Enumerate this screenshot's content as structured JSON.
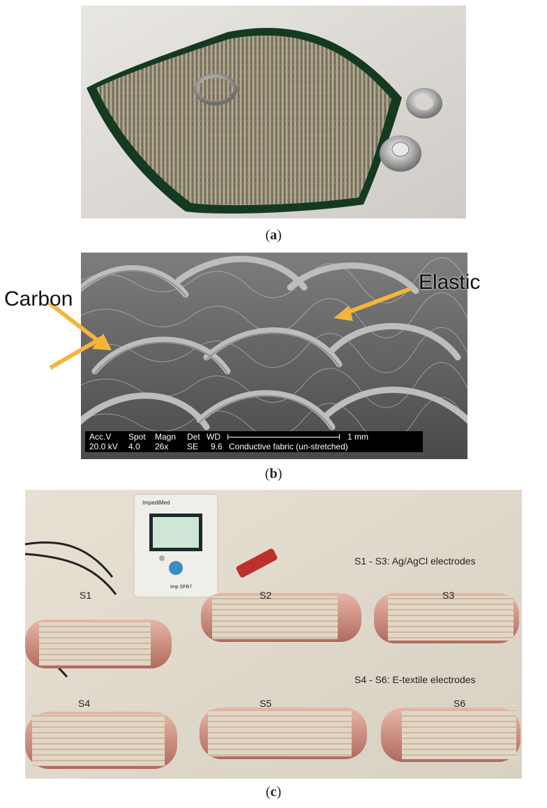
{
  "panel_a": {
    "caption_open": "(",
    "caption_letter": "a",
    "caption_close": ")"
  },
  "panel_b": {
    "labels": {
      "carbon": "Carbon",
      "elastic": "Elastic"
    },
    "arrow_color": "#f4b53c",
    "info_bar": {
      "row1_col1": "Acc.V",
      "row1_col2": "Spot",
      "row1_col3": "Magn",
      "row1_col4": "Det",
      "row1_col5": "WD",
      "row2_col1": "20.0 kV",
      "row2_col2": "4.0",
      "row2_col3": "26x",
      "row2_col4": "SE",
      "row2_col5": "9.6",
      "scale": "1 mm",
      "description": "Conductive fabric (un-stretched)"
    },
    "caption_open": "(",
    "caption_letter": "b",
    "caption_close": ")"
  },
  "panel_c": {
    "device_brand": "ImpediMed",
    "device_model": "Imp SFB7",
    "labels": {
      "s1": "S1",
      "s2": "S2",
      "s3": "S3",
      "s4": "S4",
      "s5": "S5",
      "s6": "S6",
      "group1": "S1 - S3: Ag/AgCl electrodes",
      "group2": "S4 - S6: E-textile electrodes"
    },
    "caption_open": "(",
    "caption_letter": "c",
    "caption_close": ")"
  }
}
